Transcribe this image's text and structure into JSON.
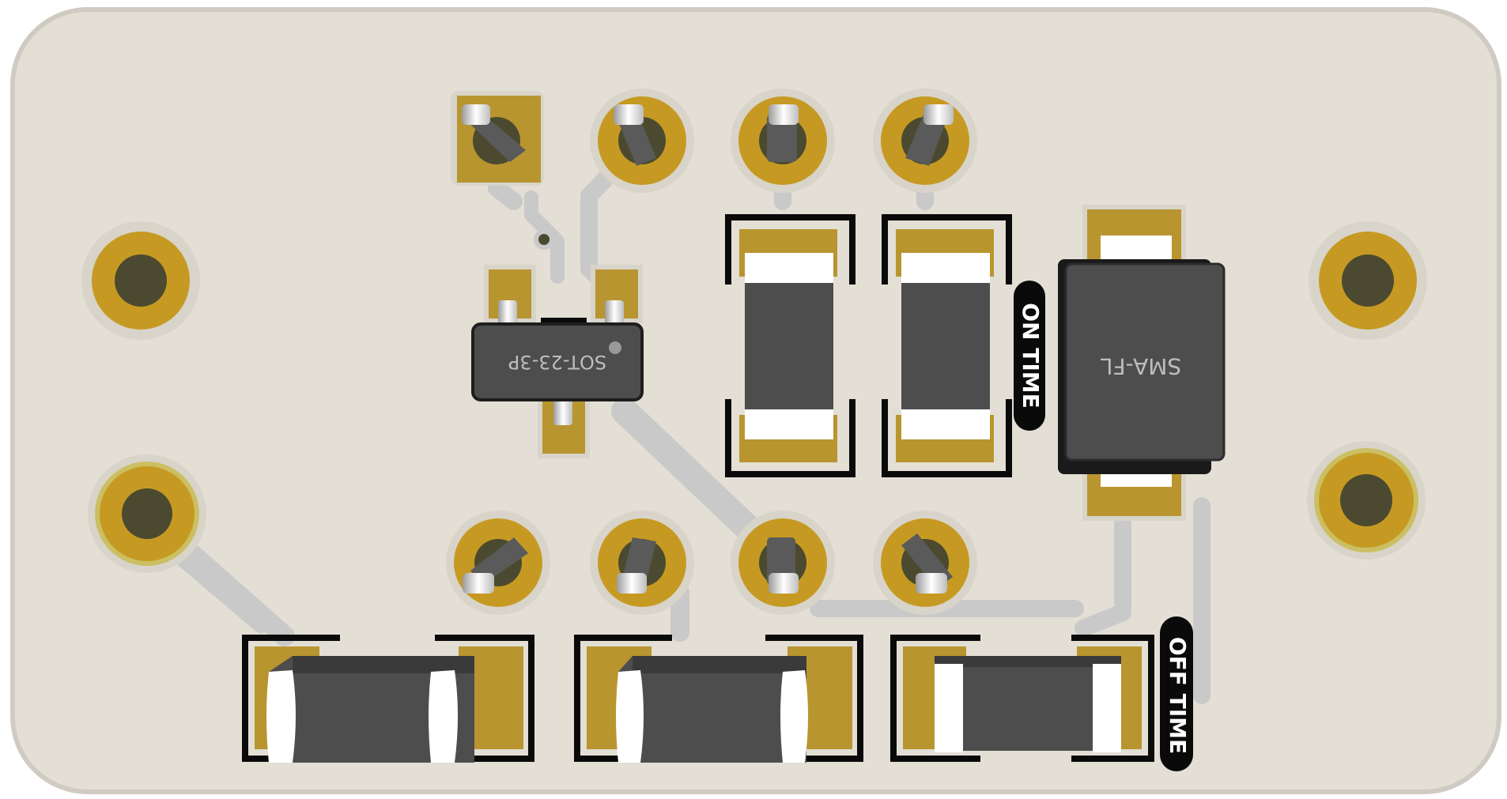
{
  "board": {
    "labels": {
      "on_time": "ON TIME",
      "off_time": "OFF TIME"
    },
    "packages": {
      "sot": "SOT-23-3P",
      "diode": "SMA-FL"
    }
  },
  "colors": {
    "board": "#e3dfd5",
    "board_edge": "#cfcbc2",
    "trace": "#c9c9c9",
    "copper": "#b8952f",
    "copper_ring": "#c69a22",
    "copper_ring_pale": "#cbbf63",
    "hole": "#4b4a30",
    "body": "#4d4d4d",
    "body_dark": "#3a3a3a",
    "cap_white": "#ffffff",
    "silk": "#0a0a0a",
    "pin_metal": "#e6e6e6",
    "pin_shadow": "#5a5a5a"
  }
}
